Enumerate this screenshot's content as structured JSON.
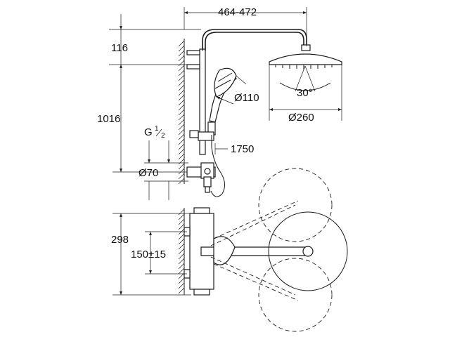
{
  "dimensions": {
    "arm_length": "464-472",
    "top_offset": "116",
    "riser_height": "1016",
    "thread_label": "G",
    "thread_num": "1",
    "thread_den": "2",
    "escutcheon_dia": "Ø70",
    "hand_shower_dia": "Ø110",
    "hose_length": "1750",
    "head_angle": "30°",
    "head_dia": "Ø260",
    "plan_depth": "298",
    "inlet_centres": "150±15"
  }
}
